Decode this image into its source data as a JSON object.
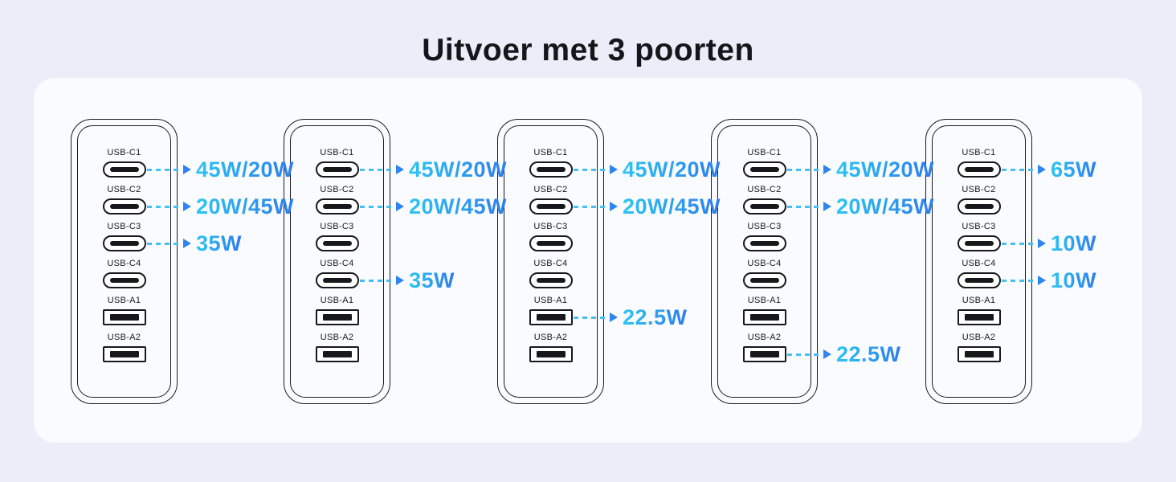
{
  "title": "Uitvoer met 3 poorten",
  "colors": {
    "page_background": "#ebedf8",
    "card_background": "#fafbfe",
    "device_outline": "#1a1b1f",
    "dash_arrow": "#47c0f0",
    "arrow_head": "#2f85ef",
    "watt_gradient_start": "#2cc5f4",
    "watt_gradient_end": "#2e7cec"
  },
  "devices": [
    {
      "name": "charger-1",
      "ports": [
        {
          "label": "USB-C1",
          "type": "usb-c",
          "output": "45W/20W"
        },
        {
          "label": "USB-C2",
          "type": "usb-c",
          "output": "20W/45W"
        },
        {
          "label": "USB-C3",
          "type": "usb-c",
          "output": "35W"
        },
        {
          "label": "USB-C4",
          "type": "usb-c",
          "output": null
        },
        {
          "label": "USB-A1",
          "type": "usb-a",
          "output": null
        },
        {
          "label": "USB-A2",
          "type": "usb-a",
          "output": null
        }
      ]
    },
    {
      "name": "charger-2",
      "ports": [
        {
          "label": "USB-C1",
          "type": "usb-c",
          "output": "45W/20W"
        },
        {
          "label": "USB-C2",
          "type": "usb-c",
          "output": "20W/45W"
        },
        {
          "label": "USB-C3",
          "type": "usb-c",
          "output": null
        },
        {
          "label": "USB-C4",
          "type": "usb-c",
          "output": "35W"
        },
        {
          "label": "USB-A1",
          "type": "usb-a",
          "output": null
        },
        {
          "label": "USB-A2",
          "type": "usb-a",
          "output": null
        }
      ]
    },
    {
      "name": "charger-3",
      "ports": [
        {
          "label": "USB-C1",
          "type": "usb-c",
          "output": "45W/20W"
        },
        {
          "label": "USB-C2",
          "type": "usb-c",
          "output": "20W/45W"
        },
        {
          "label": "USB-C3",
          "type": "usb-c",
          "output": null
        },
        {
          "label": "USB-C4",
          "type": "usb-c",
          "output": null
        },
        {
          "label": "USB-A1",
          "type": "usb-a",
          "output": "22.5W"
        },
        {
          "label": "USB-A2",
          "type": "usb-a",
          "output": null
        }
      ]
    },
    {
      "name": "charger-4",
      "ports": [
        {
          "label": "USB-C1",
          "type": "usb-c",
          "output": "45W/20W"
        },
        {
          "label": "USB-C2",
          "type": "usb-c",
          "output": "20W/45W"
        },
        {
          "label": "USB-C3",
          "type": "usb-c",
          "output": null
        },
        {
          "label": "USB-C4",
          "type": "usb-c",
          "output": null
        },
        {
          "label": "USB-A1",
          "type": "usb-a",
          "output": null
        },
        {
          "label": "USB-A2",
          "type": "usb-a",
          "output": "22.5W"
        }
      ]
    },
    {
      "name": "charger-5",
      "ports": [
        {
          "label": "USB-C1",
          "type": "usb-c",
          "output": "65W"
        },
        {
          "label": "USB-C2",
          "type": "usb-c",
          "output": null
        },
        {
          "label": "USB-C3",
          "type": "usb-c",
          "output": "10W"
        },
        {
          "label": "USB-C4",
          "type": "usb-c",
          "output": "10W"
        },
        {
          "label": "USB-A1",
          "type": "usb-a",
          "output": null
        },
        {
          "label": "USB-A2",
          "type": "usb-a",
          "output": null
        }
      ]
    }
  ]
}
